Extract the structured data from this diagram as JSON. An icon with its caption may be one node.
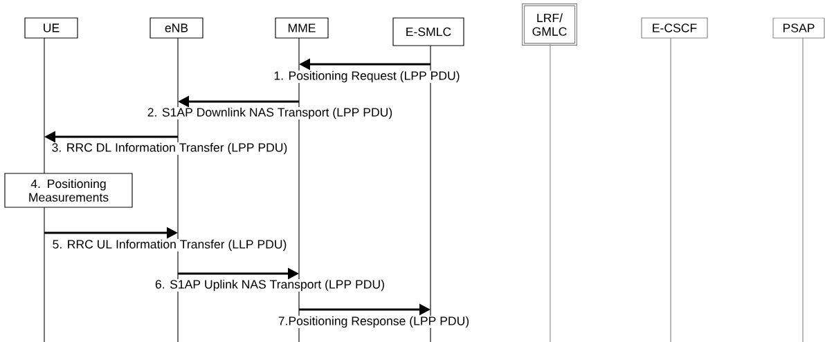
{
  "diagram": {
    "nodes": [
      {
        "text": [
          "UE"
        ]
      },
      {
        "text": [
          "eNB"
        ]
      },
      {
        "text": [
          "MME"
        ]
      },
      {
        "text": [
          "E-SMLC"
        ]
      },
      {
        "text": [
          "LRF/ GMLC"
        ]
      },
      {
        "text": [
          "E-CSCF"
        ]
      },
      {
        "text": [
          "PSAP"
        ]
      },
      {
        "text": [
          "4. Positioning Measurements"
        ]
      }
    ],
    "edges": [
      {
        "from": 3,
        "to": 2,
        "arrow": "to",
        "label": "1. Positioning Request (LPP PDU)"
      },
      {
        "from": 2,
        "to": 1,
        "arrow": "to",
        "label": "2. S1AP Downlink NAS Transport (LPP  PDU)"
      },
      {
        "from": 1,
        "to": 0,
        "arrow": "to",
        "label": "3. RRC DL Information Transfer (LPP PDU)"
      },
      {
        "from": 0,
        "to": 1,
        "arrow": "to",
        "label": "5. RRC UL Information Transfer (LLP PDU)"
      },
      {
        "from": 1,
        "to": 2,
        "arrow": "to",
        "label": "6. S1AP Uplink NAS Transport (LPP PDU)"
      },
      {
        "from": 2,
        "to": 3,
        "arrow": "to",
        "label": "7.Positioning Response (LPP PDU)"
      }
    ]
  }
}
